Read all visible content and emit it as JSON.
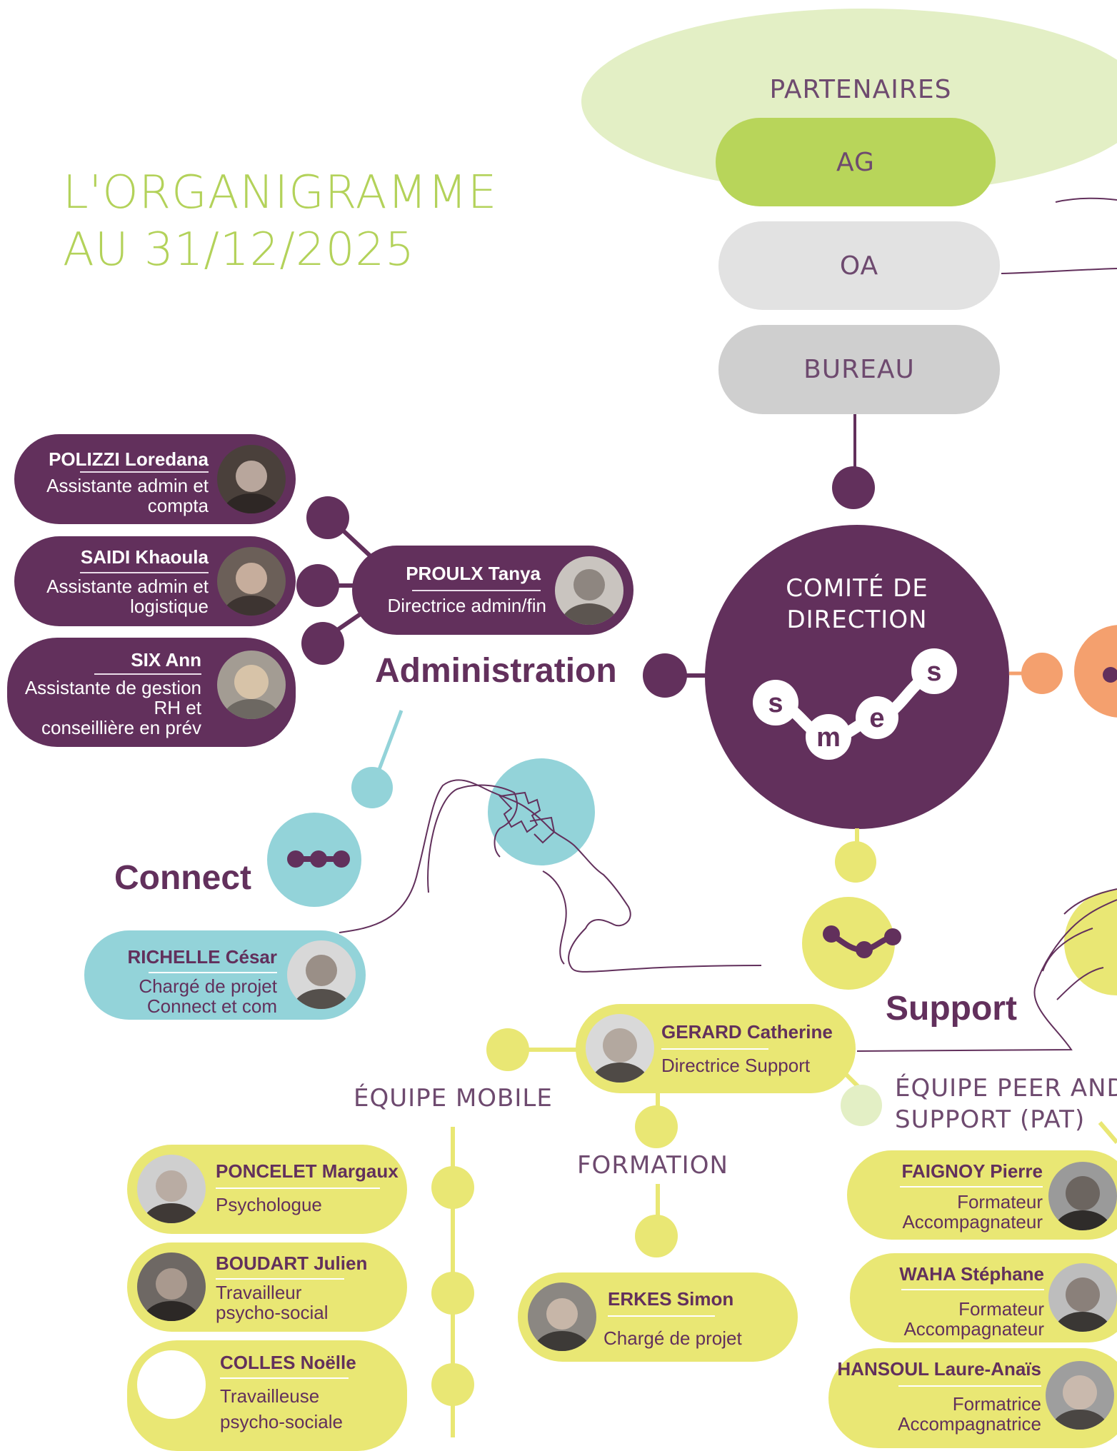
{
  "title": {
    "line1": "L'ORGANIGRAMME",
    "line2": "AU 31/12/2025"
  },
  "governance": {
    "partners_label": "PARTENAIRES",
    "ag_label": "AG",
    "oa_label": "OA",
    "bureau_label": "BUREAU"
  },
  "direction": {
    "label_line1": "COMITÉ DE",
    "label_line2": "DIRECTION",
    "logo_letters": [
      "s",
      "m",
      "e",
      "s"
    ]
  },
  "administration": {
    "section_label": "Administration",
    "head": {
      "name": "PROULX Tanya",
      "role_lines": [
        "Directrice admin/fin"
      ]
    },
    "members": [
      {
        "name": "POLIZZI Loredana",
        "role_lines": [
          "Assistante admin et",
          "compta"
        ]
      },
      {
        "name": "SAIDI Khaoula",
        "role_lines": [
          "Assistante admin et",
          "logistique"
        ]
      },
      {
        "name": "SIX Ann",
        "role_lines": [
          "Assistante de gestion",
          "RH et",
          "conseillière en prév"
        ]
      }
    ]
  },
  "connect": {
    "section_label": "Connect",
    "member": {
      "name": "RICHELLE César",
      "role_lines": [
        "Chargé de projet",
        "Connect et com"
      ]
    }
  },
  "support": {
    "section_label": "Support",
    "head": {
      "name": "GERARD Catherine",
      "role_lines": [
        "Directrice Support"
      ]
    },
    "teams": {
      "mobile": {
        "label": "ÉQUIPE MOBILE",
        "members": [
          {
            "name": "PONCELET Margaux",
            "role_lines": [
              "Psychologue"
            ]
          },
          {
            "name": "BOUDART Julien",
            "role_lines": [
              "Travailleur",
              "psycho-social"
            ]
          },
          {
            "name": "COLLES Noëlle",
            "role_lines": [
              "Travailleuse",
              "psycho-sociale"
            ]
          }
        ]
      },
      "formation": {
        "label": "FORMATION",
        "members": [
          {
            "name": "ERKES Simon",
            "role_lines": [
              "Chargé de projet"
            ]
          }
        ]
      },
      "peer": {
        "label_line1": "ÉQUIPE PEER AND",
        "label_line2": "SUPPORT (PAT)",
        "members": [
          {
            "name": "FAIGNOY Pierre",
            "role_lines": [
              "Formateur",
              "Accompagnateur"
            ]
          },
          {
            "name": "WAHA Stéphane",
            "role_lines": [
              "Formateur",
              "Accompagnateur"
            ]
          },
          {
            "name": "HANSOUL Laure-Anaïs",
            "role_lines": [
              "Formatrice",
              "Accompagnatrice"
            ]
          }
        ]
      }
    }
  },
  "colors": {
    "purple": "#62305c",
    "yellow": "#e9e774",
    "cyan": "#93d3d9",
    "green": "#b3d25a",
    "light_green": "#e3efc5",
    "orange": "#f4a06e",
    "grey_light": "#e2e2e2",
    "grey": "#cfcfcf"
  }
}
